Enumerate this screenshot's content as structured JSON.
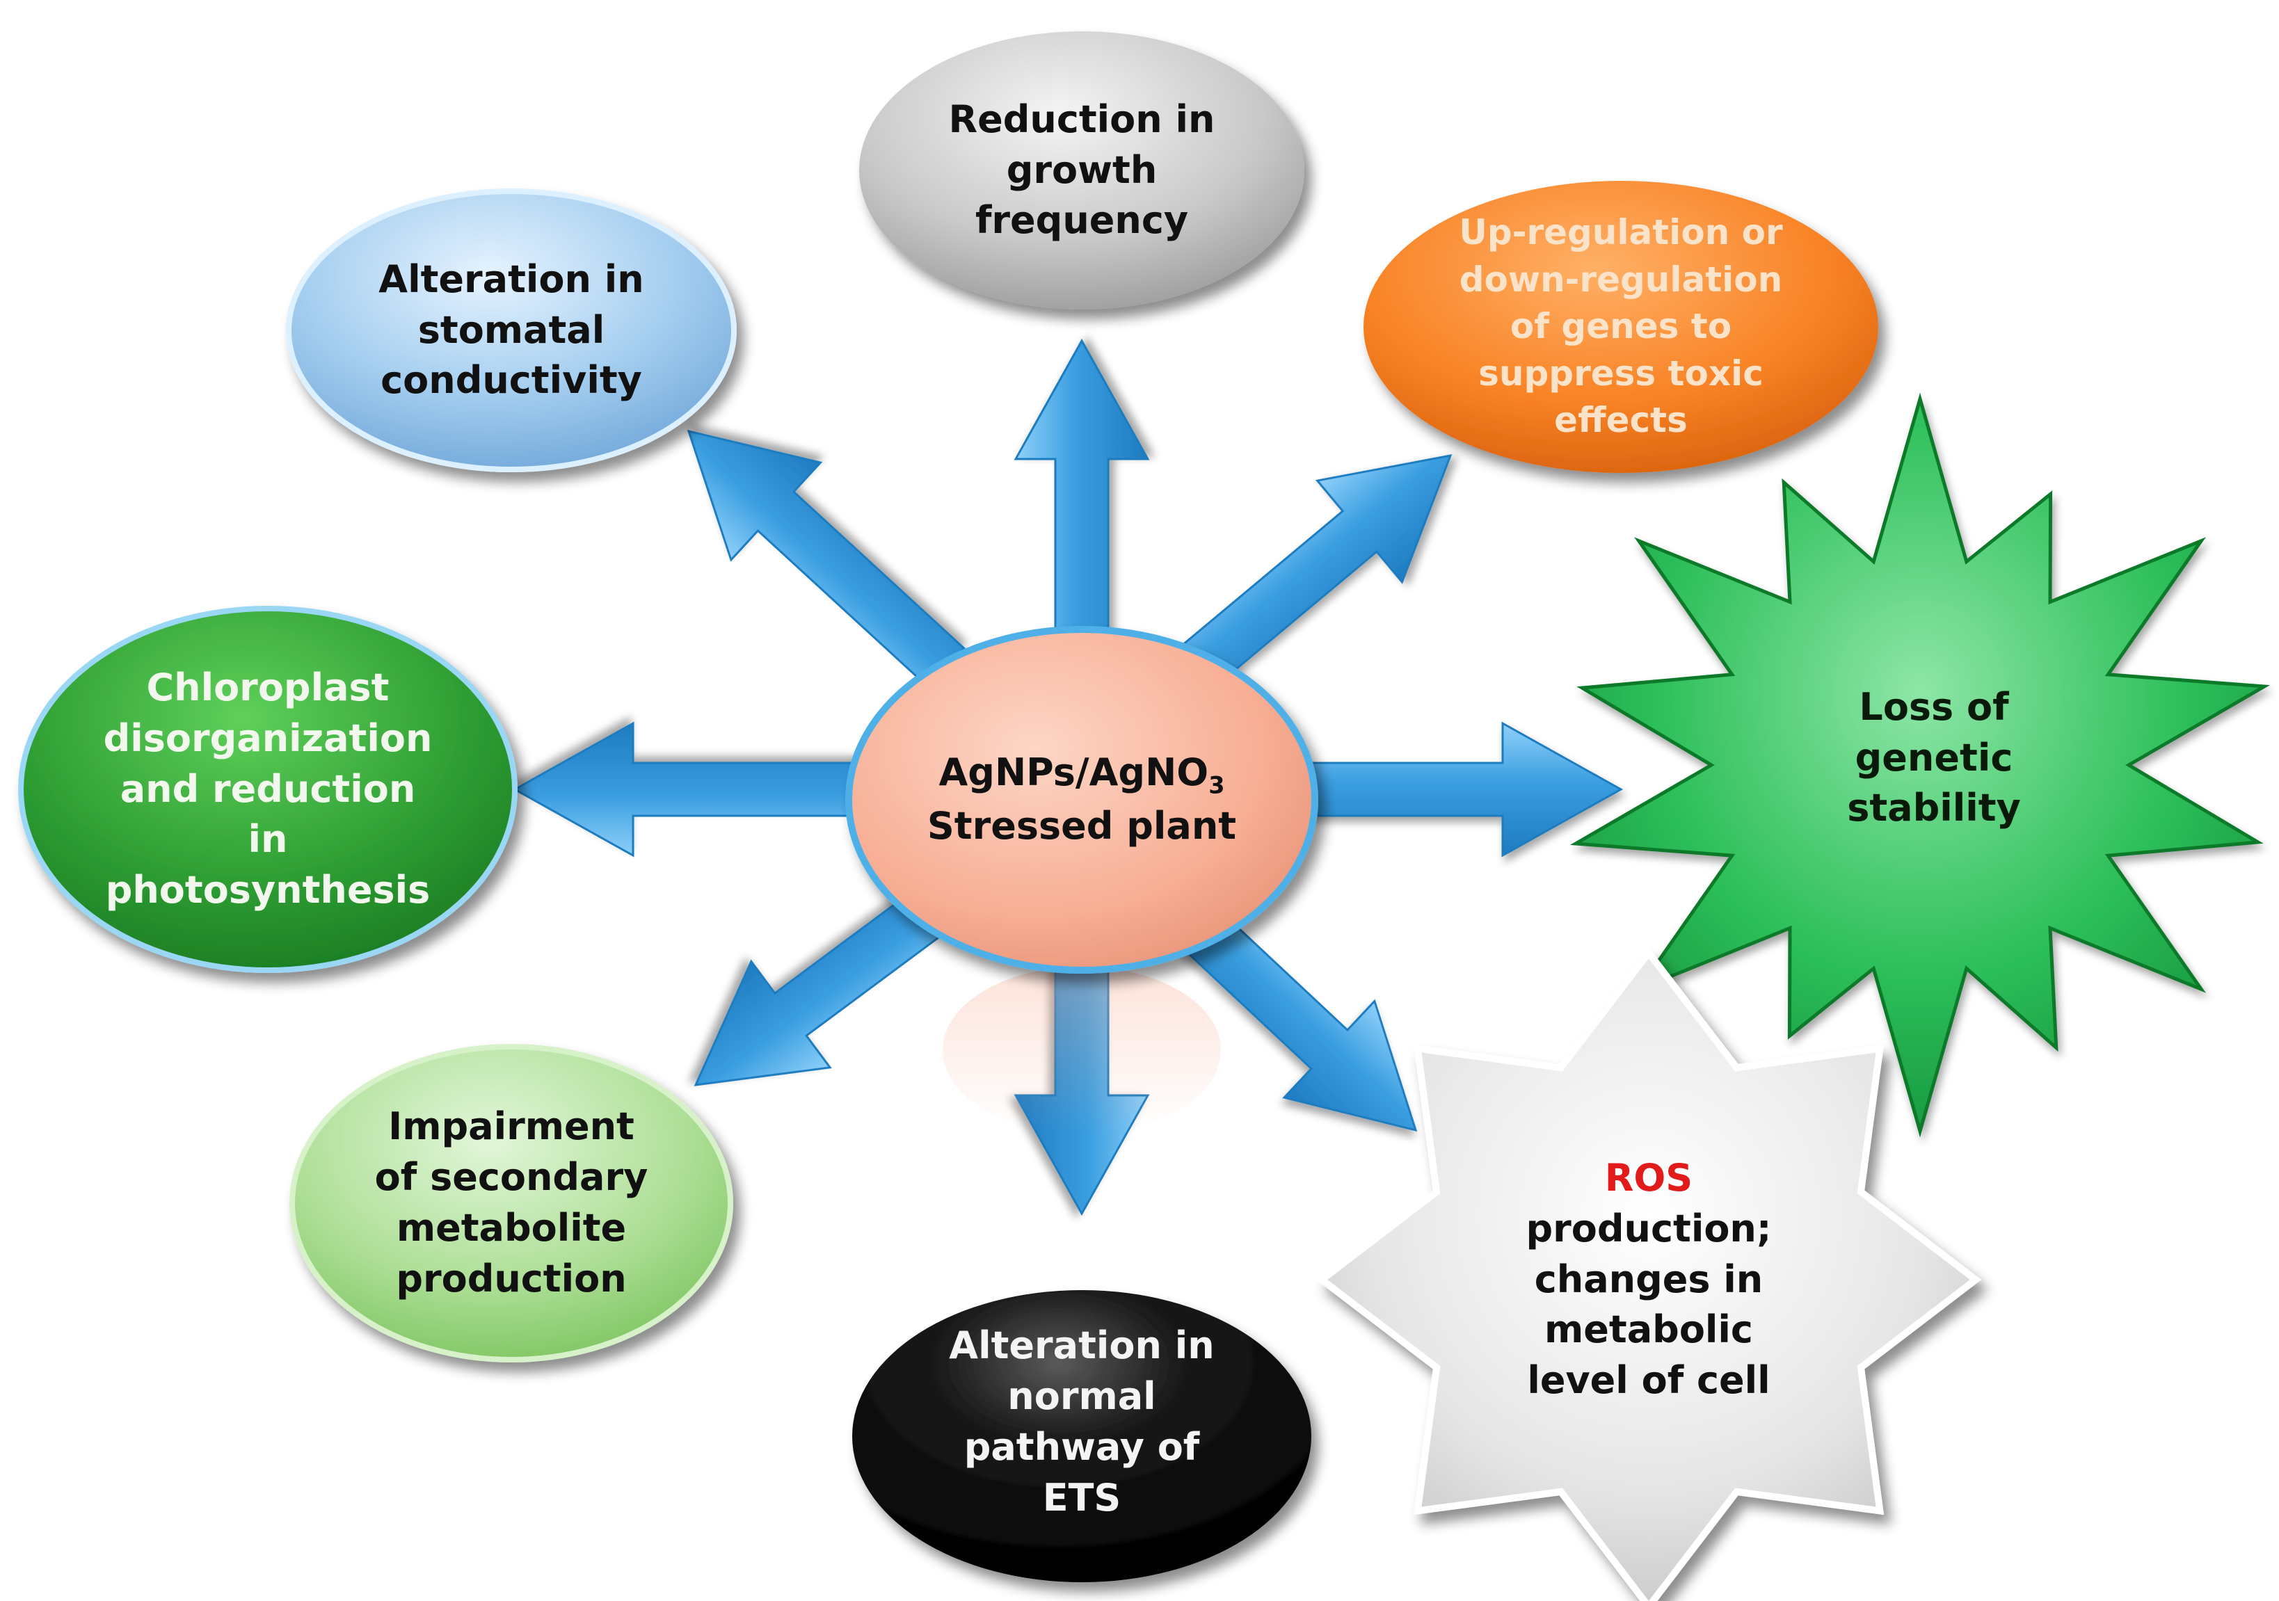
{
  "center": {
    "line1_main": "AgNPs/AgNO",
    "line1_sub": "3",
    "line2": "Stressed plant",
    "color": "#F7AE94"
  },
  "nodes": [
    {
      "id": "growth",
      "lines": [
        "Reduction in",
        "growth",
        "frequency"
      ],
      "fill": "#C8C8C8",
      "text_color": "#111111"
    },
    {
      "id": "genes",
      "lines": [
        "Up-regulation or",
        "down-regulation",
        "of genes to",
        "suppress toxic",
        "effects"
      ],
      "fill": "#F98326",
      "text_color": "#FBE3C9"
    },
    {
      "id": "genetic",
      "lines": [
        "Loss of",
        "genetic",
        "stability"
      ],
      "fill": "#1FA84A",
      "text_color": "#0A1A0A"
    },
    {
      "id": "ros",
      "lines_html_parts": [
        {
          "text": "ROS",
          "color": "#E11A1A"
        }
      ],
      "lines": [
        "production;",
        "changes in",
        "metabolic",
        "level of cell"
      ],
      "fill": "#E4E4E4",
      "text_color": "#111111"
    },
    {
      "id": "ets",
      "lines": [
        "Alteration in",
        "normal",
        "pathway of",
        "ETS"
      ],
      "fill": "#0D0D0D",
      "text_color": "#F4F4F4"
    },
    {
      "id": "secondary",
      "lines": [
        "Impairment",
        "of secondary",
        "metabolite",
        "production"
      ],
      "fill": "#A9DC93",
      "text_color": "#111111"
    },
    {
      "id": "chloroplast",
      "lines": [
        "Chloroplast",
        "disorganization",
        "and reduction",
        "in",
        "photosynthesis"
      ],
      "fill": "#2E9E33",
      "text_color": "#F2F8EE"
    },
    {
      "id": "stomatal",
      "lines": [
        "Alteration in",
        "stomatal",
        "conductivity"
      ],
      "fill": "#9CC8EE",
      "text_color": "#111111"
    }
  ],
  "colors": {
    "arrow": "#3A9EE0",
    "arrow_dark": "#1F7BC0"
  },
  "icons": {
    "arrows": "arrow-icon"
  }
}
